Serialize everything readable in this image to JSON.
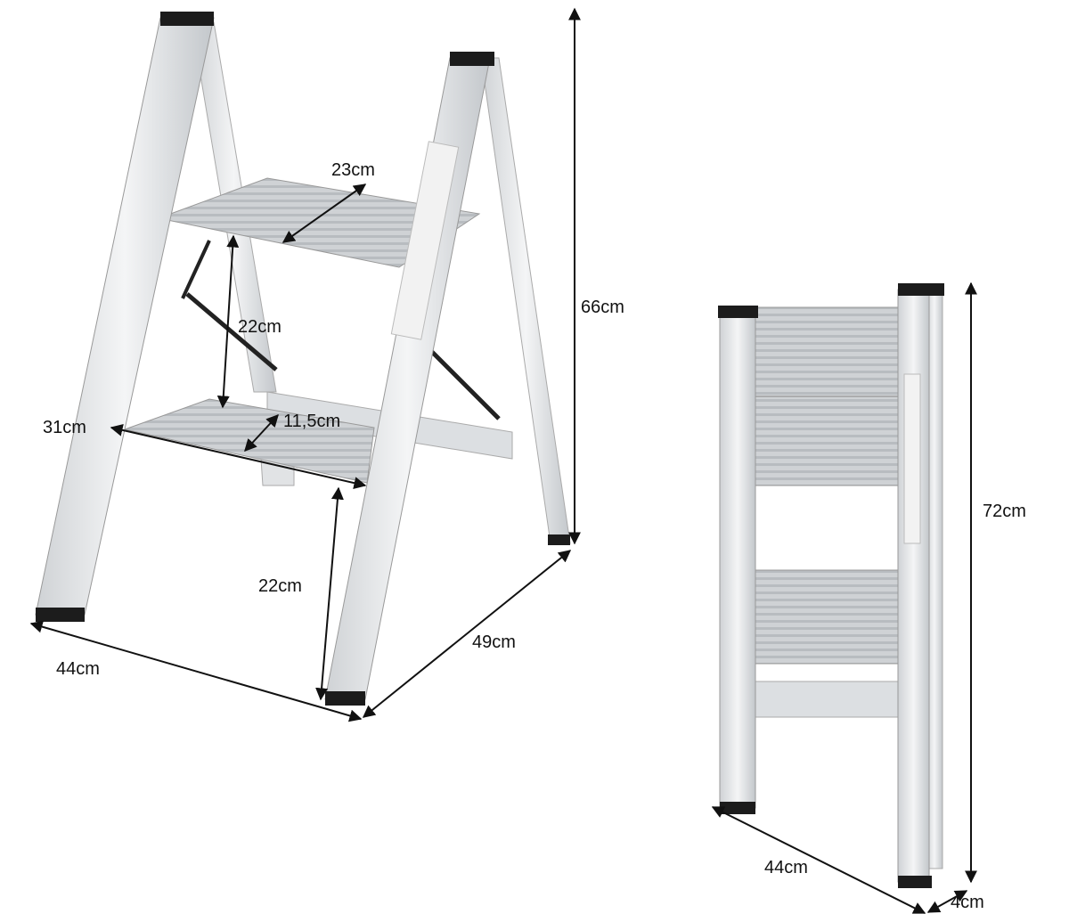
{
  "colors": {
    "aluminium": "#e4e6e8",
    "aluminium_dark": "#b9bdc1",
    "cap": "#1c1c1c",
    "dimension_line": "#111111"
  },
  "unfolded_ladder": {
    "labels": {
      "top_step_depth": "23cm",
      "step_spacing": "22cm",
      "total_height": "66cm",
      "step_width": "31cm",
      "bottom_step_depth": "11,5cm",
      "bottom_step_height": "22cm",
      "base_depth": "49cm",
      "base_width": "44cm"
    }
  },
  "folded_ladder": {
    "labels": {
      "folded_height": "72cm",
      "folded_width": "44cm",
      "folded_thickness": "4cm"
    }
  }
}
